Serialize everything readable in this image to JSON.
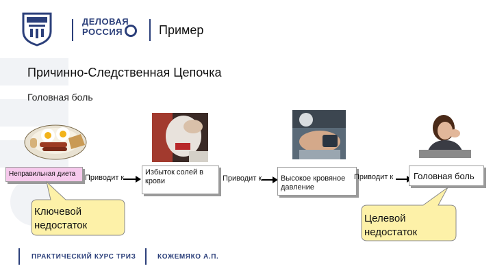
{
  "header": {
    "brand_line1": "ДЕЛОВАЯ",
    "brand_line2": "РОССИЯ",
    "slide_label": "Пример"
  },
  "main": {
    "title": "Причинно-Следственная Цепочка",
    "subtitle": "Головная боль"
  },
  "chain": {
    "box1": "Неправильная диета",
    "link1": "Приводит к",
    "box2": "Избыток солей в крови",
    "link2": "Приводит к",
    "box3": "Высокое кровяное давление",
    "link3": "Приводит к",
    "box4": "Головная боль"
  },
  "callouts": {
    "key_line1": "Ключевой",
    "key_line2": "недостаток",
    "target_line1": "Целевой",
    "target_line2": "недостаток"
  },
  "footer": {
    "course": "ПРАКТИЧЕСКИЙ КУРС ТРИЗ",
    "author": "КОЖЕМЯКО А.П."
  },
  "colors": {
    "brand": "#2b3f7a",
    "callout_fill": "#fdf1a8",
    "highlight_box": "#f6c9ec"
  }
}
